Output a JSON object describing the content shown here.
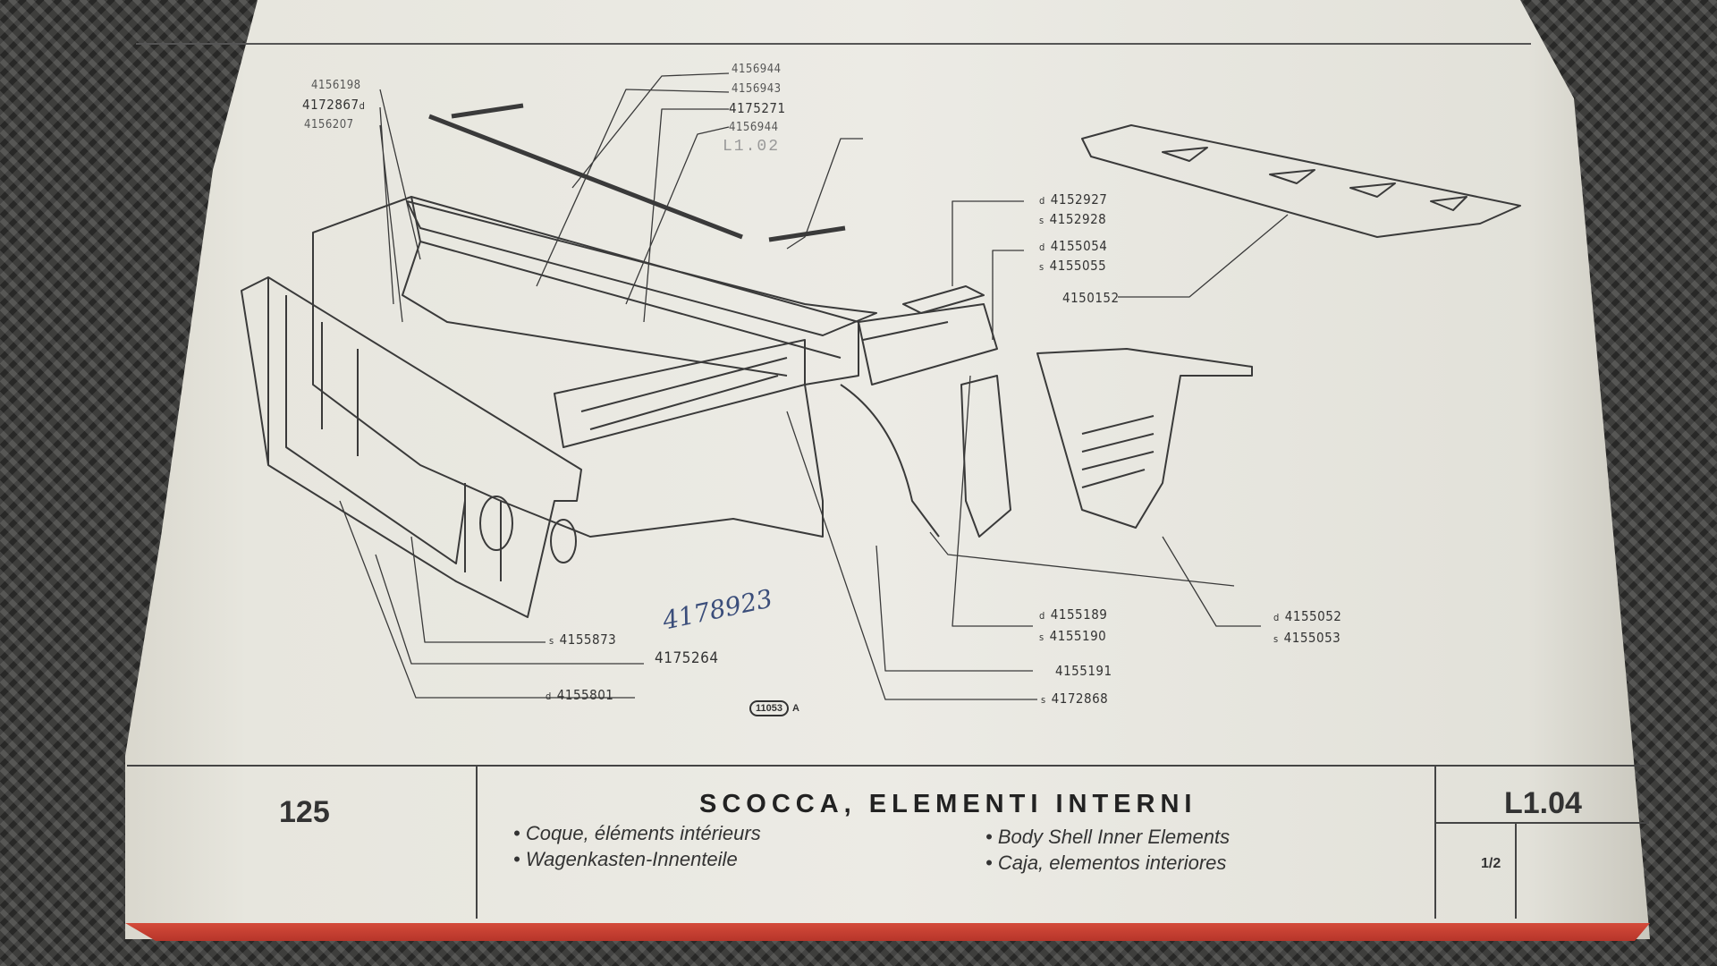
{
  "labels_left_top": [
    "4156198",
    "4172867",
    "4156207"
  ],
  "label_4172867_suffix": "d",
  "labels_center_top": [
    "4156944",
    "4156943",
    "4175271",
    "4156944"
  ],
  "ref_handwritten_top": "L1.02",
  "labels_right_upper": [
    {
      "side": "d",
      "code": "4152927"
    },
    {
      "side": "s",
      "code": "4152928"
    },
    {
      "side": "d",
      "code": "4155054"
    },
    {
      "side": "s",
      "code": "4155055"
    }
  ],
  "label_4150152": "4150152",
  "labels_right_lower": [
    {
      "side": "d",
      "code": "4155189"
    },
    {
      "side": "s",
      "code": "4155190"
    },
    {
      "side": "d",
      "code": "4155052"
    },
    {
      "side": "s",
      "code": "4155053"
    }
  ],
  "label_4155191": "4155191",
  "label_4172868": {
    "side": "s",
    "code": "4172868"
  },
  "labels_bottom_left": [
    {
      "side": "s",
      "code": "4155873"
    },
    {
      "side": "d",
      "code": "4155801"
    }
  ],
  "label_4175264": "4175264",
  "handwritten_number": "4178923",
  "drawing_stamp": "11053",
  "drawing_stamp_suffix": "A",
  "footer": {
    "page_number": "125",
    "title": "SCOCCA, ELEMENTI INTERNI",
    "subtitles": [
      "• Coque, éléments intérieurs",
      "• Wagenkasten-Innenteile",
      "• Body Shell Inner Elements",
      "• Caja, elementos interiores"
    ],
    "section_code": "L1.04",
    "sheet": "1/2"
  },
  "colors": {
    "page": "#ecebe5",
    "ink": "#333333",
    "edge": "#c9402f",
    "handwriting": "#3a4d7a"
  }
}
